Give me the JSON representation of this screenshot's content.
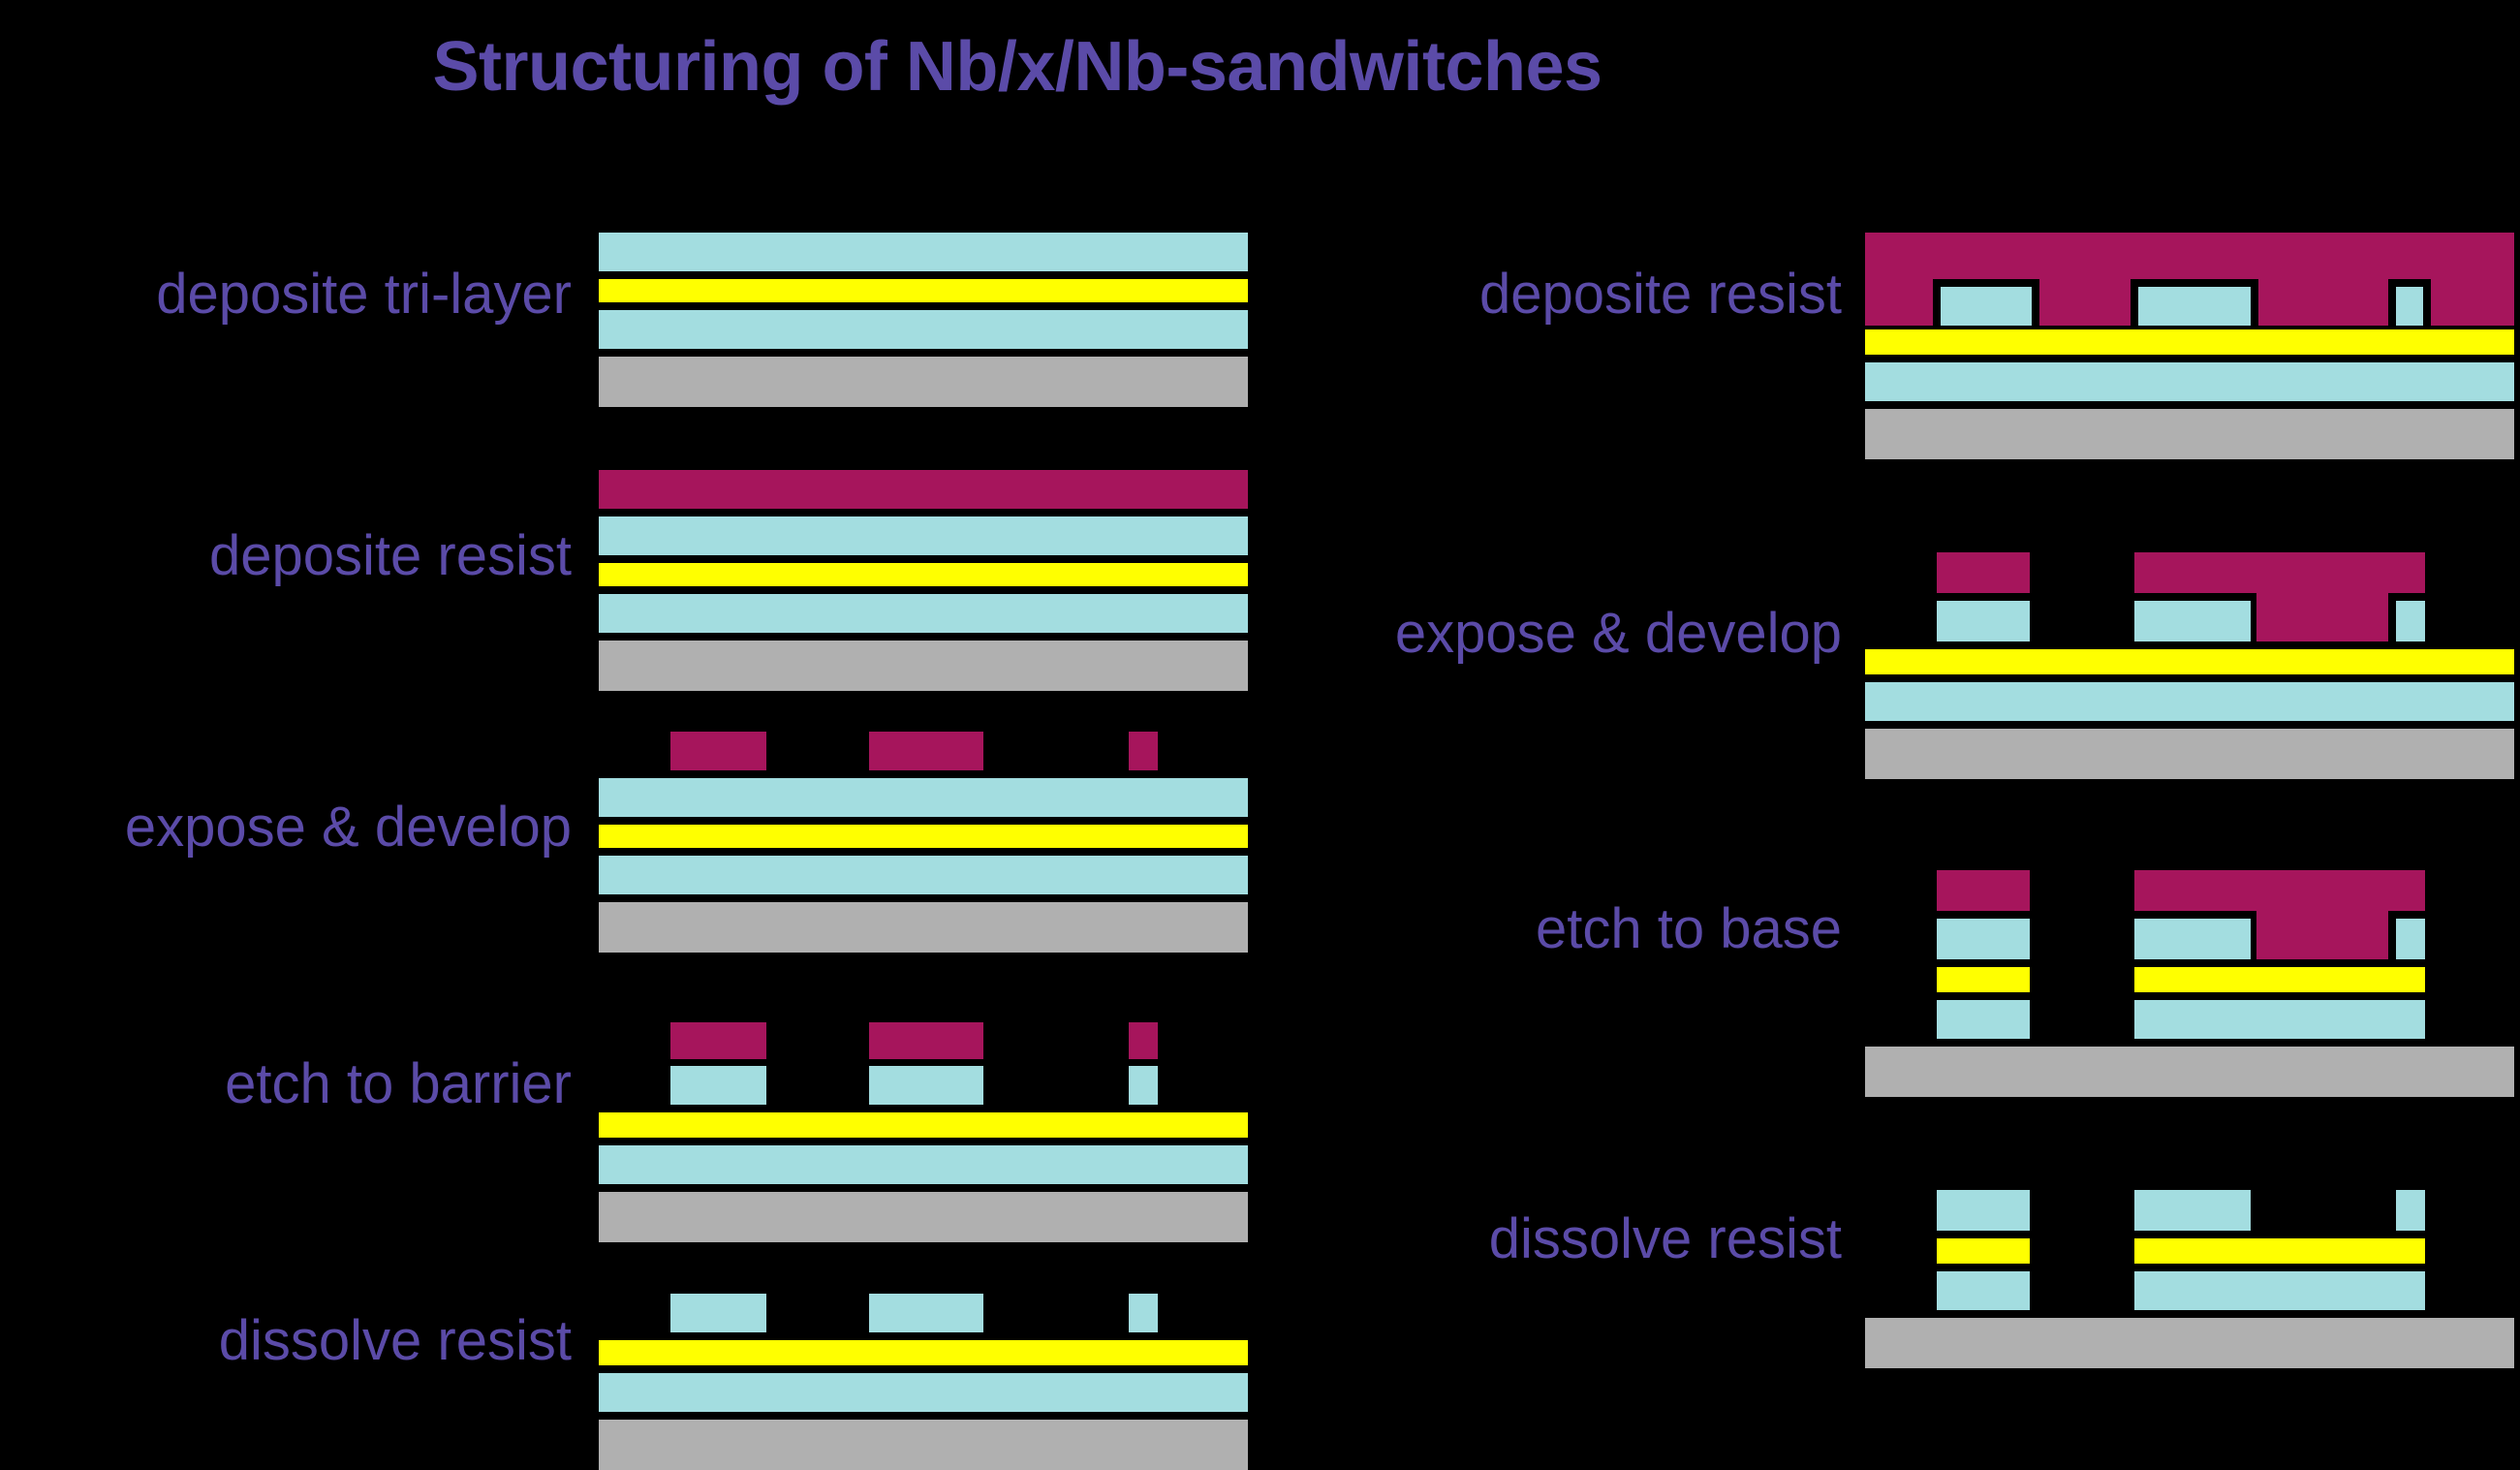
{
  "title": "Structuring of Nb/x/Nb-sandwitches",
  "colors": {
    "background": "#000000",
    "title_text": "#5b4ba8",
    "label_text": "#5b4ba8",
    "niobium": "#a3dde0",
    "barrier": "#ffff00",
    "substrate": "#b0b0b0",
    "resist": "#a6155c"
  },
  "legend_materials": [
    {
      "name": "niobium-layer",
      "color": "#a3dde0"
    },
    {
      "name": "barrier-layer",
      "color": "#ffff00"
    },
    {
      "name": "substrate-layer",
      "color": "#b0b0b0"
    },
    {
      "name": "photoresist-layer",
      "color": "#a6155c"
    }
  ],
  "left_column": {
    "steps": [
      {
        "index": 1,
        "label": "deposite tri-layer"
      },
      {
        "index": 2,
        "label": "deposite resist"
      },
      {
        "index": 3,
        "label": "expose & develop"
      },
      {
        "index": 4,
        "label": "etch to barrier"
      },
      {
        "index": 5,
        "label": "dissolve resist"
      }
    ]
  },
  "right_column": {
    "steps": [
      {
        "index": 6,
        "label": "deposite resist"
      },
      {
        "index": 7,
        "label": "expose & develop"
      },
      {
        "index": 8,
        "label": "etch to base"
      },
      {
        "index": 9,
        "label": "dissolve resist"
      }
    ]
  }
}
